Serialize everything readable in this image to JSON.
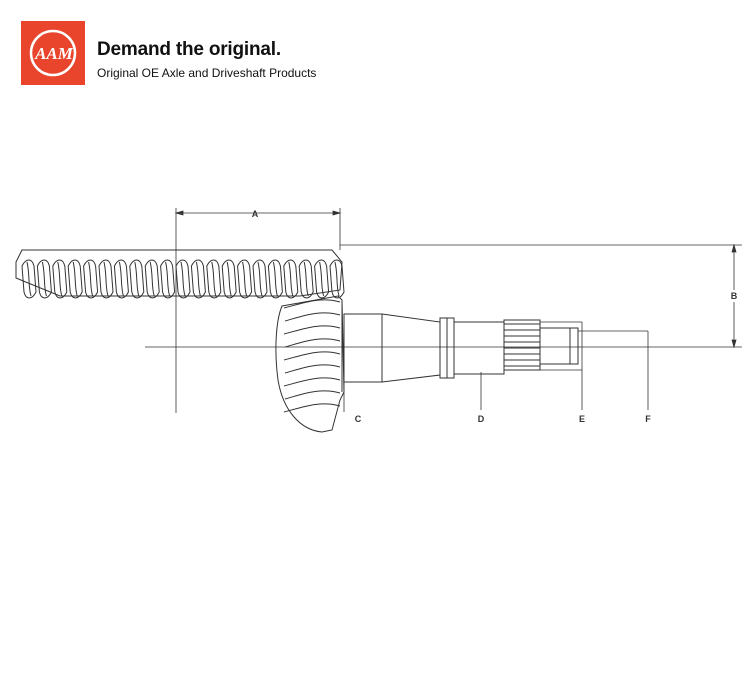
{
  "brand": {
    "logo_text": "AAM",
    "tagline": "Demand the original.",
    "subline": "Original OE Axle and Driveshaft Products",
    "color": "#e8452c"
  },
  "diagram": {
    "dimension_labels": {
      "a": "A",
      "b": "B",
      "c": "C",
      "d": "D",
      "e": "E",
      "f": "F"
    },
    "line_color": "#333333"
  }
}
